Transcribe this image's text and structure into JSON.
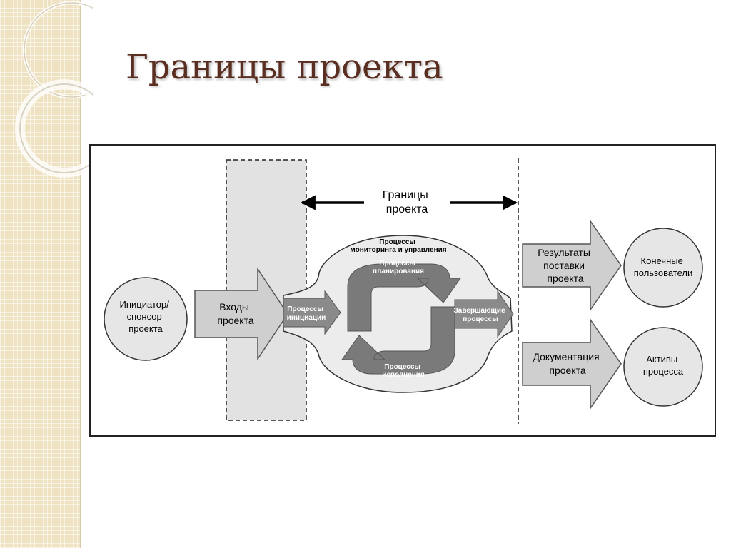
{
  "slide": {
    "title": "Границы проекта"
  },
  "diagram": {
    "boundary_label": [
      "Границы",
      "проекта"
    ],
    "initiator": [
      "Инициатор/",
      "спонсор",
      "проекта"
    ],
    "inputs": [
      "Входы",
      "проекта"
    ],
    "initiation": [
      "Процессы",
      "инициации"
    ],
    "monitoring": [
      "Процессы",
      "мониторинга и управления"
    ],
    "planning": [
      "Процессы",
      "планирования"
    ],
    "execution": [
      "Процессы",
      "исполнения"
    ],
    "closing": [
      "Завершающие",
      "процессы"
    ],
    "deliverables": [
      "Результаты",
      "поставки",
      "проекта"
    ],
    "documentation": [
      "Документация",
      "проекта"
    ],
    "end_users": [
      "Конечные",
      "пользователи"
    ],
    "assets": [
      "Активы",
      "процесса"
    ]
  }
}
